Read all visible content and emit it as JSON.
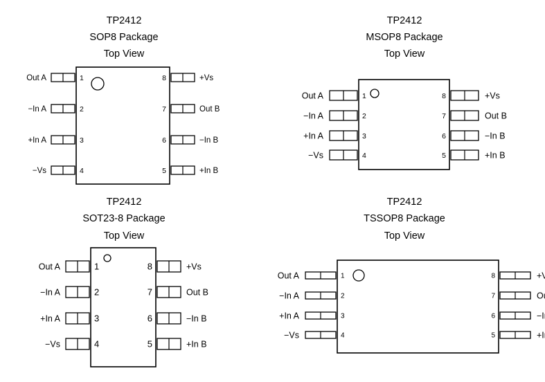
{
  "packages": [
    {
      "part": "TP2412",
      "package": "SOP8 Package",
      "view": "Top View",
      "left_pins": [
        {
          "number": "1",
          "label": "Out A"
        },
        {
          "number": "2",
          "label": "−In A"
        },
        {
          "number": "3",
          "label": "+In A"
        },
        {
          "number": "4",
          "label": "−Vs"
        }
      ],
      "right_pins": [
        {
          "number": "8",
          "label": "+Vs"
        },
        {
          "number": "7",
          "label": "Out B"
        },
        {
          "number": "6",
          "label": "−In B"
        },
        {
          "number": "5",
          "label": "+In B"
        }
      ]
    },
    {
      "part": "TP2412",
      "package": "MSOP8 Package",
      "view": "Top View",
      "left_pins": [
        {
          "number": "1",
          "label": "Out A"
        },
        {
          "number": "2",
          "label": "−In A"
        },
        {
          "number": "3",
          "label": "+In A"
        },
        {
          "number": "4",
          "label": "−Vs"
        }
      ],
      "right_pins": [
        {
          "number": "8",
          "label": "+Vs"
        },
        {
          "number": "7",
          "label": "Out B"
        },
        {
          "number": "6",
          "label": "−In B"
        },
        {
          "number": "5",
          "label": "+In B"
        }
      ]
    },
    {
      "part": "TP2412",
      "package": "SOT23-8 Package",
      "view": "Top View",
      "left_pins": [
        {
          "number": "1",
          "label": "Out A"
        },
        {
          "number": "2",
          "label": "−In A"
        },
        {
          "number": "3",
          "label": "+In A"
        },
        {
          "number": "4",
          "label": "−Vs"
        }
      ],
      "right_pins": [
        {
          "number": "8",
          "label": "+Vs"
        },
        {
          "number": "7",
          "label": "Out B"
        },
        {
          "number": "6",
          "label": "−In B"
        },
        {
          "number": "5",
          "label": "+In B"
        }
      ]
    },
    {
      "part": "TP2412",
      "package": "TSSOP8 Package",
      "view": "Top View",
      "left_pins": [
        {
          "number": "1",
          "label": "Out A"
        },
        {
          "number": "2",
          "label": "−In A"
        },
        {
          "number": "3",
          "label": "+In A"
        },
        {
          "number": "4",
          "label": "−Vs"
        }
      ],
      "right_pins": [
        {
          "number": "8",
          "label": "+Vs"
        },
        {
          "number": "7",
          "label": "Out B"
        },
        {
          "number": "6",
          "label": "−In B"
        },
        {
          "number": "5",
          "label": "+In B"
        }
      ]
    }
  ]
}
